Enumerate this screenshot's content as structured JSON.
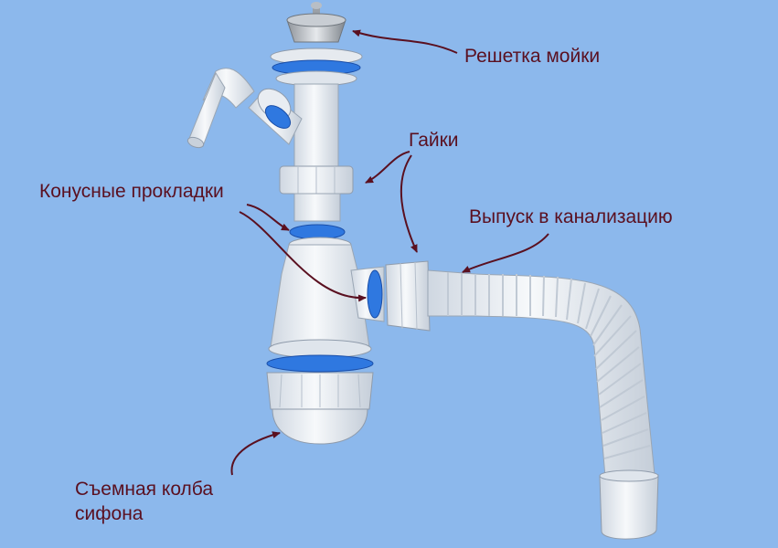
{
  "labels": {
    "grate": "Решетка мойки",
    "nuts": "Гайки",
    "cone_gaskets": "Конусные прокладки",
    "outlet": "Выпуск в канализацию",
    "bowl_line1": "Съемная колба",
    "bowl_line2": "сифона"
  },
  "colors": {
    "background": "#8cb8ec",
    "label_text": "#5a1020",
    "gasket_blue": "#2f78e0",
    "plastic": "#eceff3"
  }
}
